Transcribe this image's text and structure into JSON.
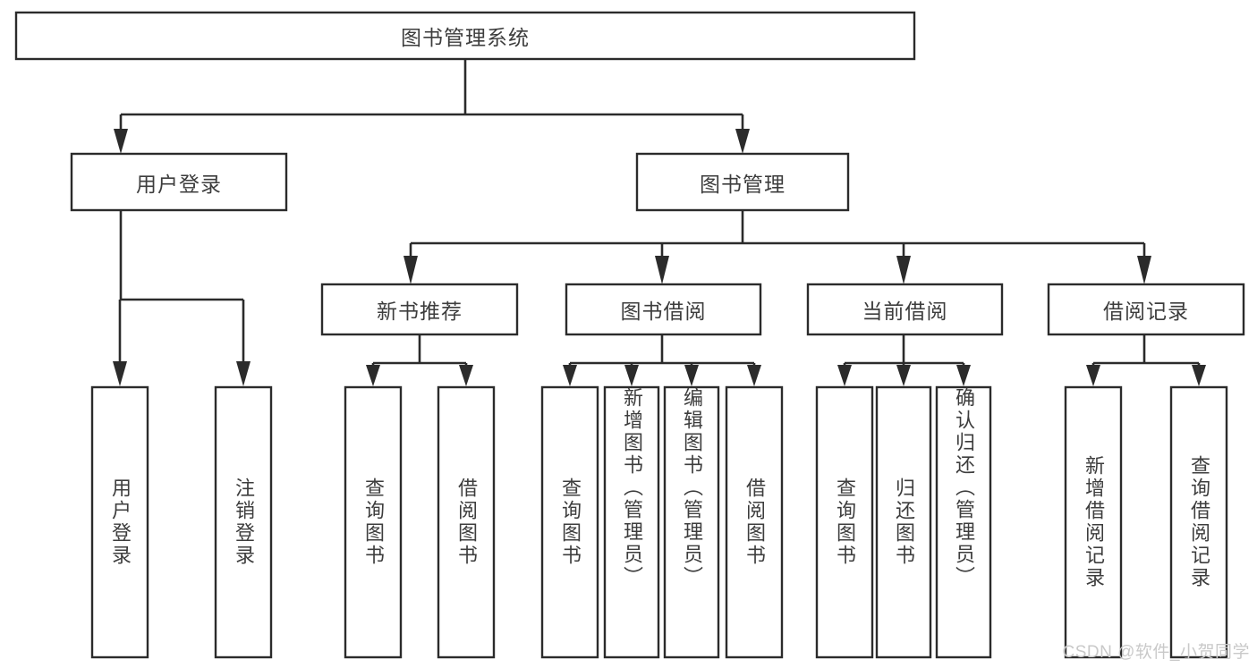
{
  "diagram": {
    "type": "tree-hierarchy",
    "title": "图书管理系统",
    "watermark": "CSDN @软件_小贺同学",
    "colors": {
      "box_stroke": "#2b2b2b",
      "box_fill": "#ffffff",
      "text": "#3d3d3d",
      "connector": "#2b2b2b",
      "watermark": "#c9c9c9",
      "background": "#ffffff"
    },
    "levels": [
      {
        "level": 1,
        "nodes": [
          {
            "id": "root",
            "label": "图书管理系统",
            "orientation": "horizontal"
          }
        ]
      },
      {
        "level": 2,
        "nodes": [
          {
            "id": "login",
            "label": "用户登录",
            "orientation": "horizontal",
            "parent": "root"
          },
          {
            "id": "bookmgmt",
            "label": "图书管理",
            "orientation": "horizontal",
            "parent": "root"
          }
        ]
      },
      {
        "level": 3,
        "nodes": [
          {
            "id": "newbook",
            "label": "新书推荐",
            "orientation": "horizontal",
            "parent": "bookmgmt"
          },
          {
            "id": "borrow",
            "label": "图书借阅",
            "orientation": "horizontal",
            "parent": "bookmgmt"
          },
          {
            "id": "current",
            "label": "当前借阅",
            "orientation": "horizontal",
            "parent": "bookmgmt"
          },
          {
            "id": "records",
            "label": "借阅记录",
            "orientation": "horizontal",
            "parent": "bookmgmt"
          }
        ]
      },
      {
        "level": 4,
        "nodes": [
          {
            "id": "leaf-1",
            "label": "用户登录",
            "orientation": "vertical",
            "parent": "login"
          },
          {
            "id": "leaf-2",
            "label": "注销登录",
            "orientation": "vertical",
            "parent": "login"
          },
          {
            "id": "leaf-3",
            "label": "查询图书",
            "orientation": "vertical",
            "parent": "newbook"
          },
          {
            "id": "leaf-4",
            "label": "借阅图书",
            "orientation": "vertical",
            "parent": "newbook"
          },
          {
            "id": "leaf-5",
            "label": "查询图书",
            "orientation": "vertical",
            "parent": "borrow"
          },
          {
            "id": "leaf-6",
            "label": "新增图书（管理员）",
            "orientation": "vertical",
            "parent": "borrow"
          },
          {
            "id": "leaf-7",
            "label": "编辑图书（管理员）",
            "orientation": "vertical",
            "parent": "borrow"
          },
          {
            "id": "leaf-8",
            "label": "借阅图书",
            "orientation": "vertical",
            "parent": "borrow"
          },
          {
            "id": "leaf-9",
            "label": "查询图书",
            "orientation": "vertical",
            "parent": "current"
          },
          {
            "id": "leaf-10",
            "label": "归还图书",
            "orientation": "vertical",
            "parent": "current"
          },
          {
            "id": "leaf-11",
            "label": "确认归还（管理员）",
            "orientation": "vertical",
            "parent": "current"
          },
          {
            "id": "leaf-12",
            "label": "新增借阅记录",
            "orientation": "vertical",
            "parent": "records"
          },
          {
            "id": "leaf-13",
            "label": "查询借阅记录",
            "orientation": "vertical",
            "parent": "records"
          }
        ]
      }
    ]
  }
}
